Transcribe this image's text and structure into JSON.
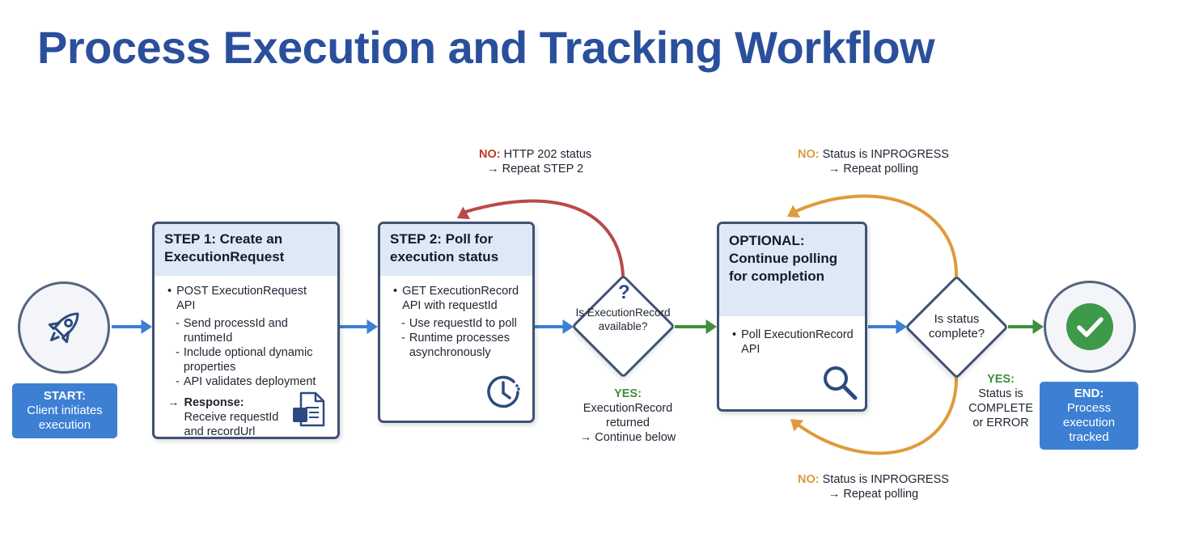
{
  "title": "Process Execution and Tracking Workflow",
  "colors": {
    "title": "#2a4f9c",
    "flow_arrow_blue": "#3d7fd3",
    "flow_arrow_green": "#3f8f3c",
    "loop_red": "#b94a48",
    "loop_orange": "#e09a3a",
    "card_border": "#3f5273",
    "card_header": "#dfe8f6",
    "pill": "#3d7fd3",
    "check": "#3d9a4a"
  },
  "start": {
    "icon": "rocket-icon",
    "label_bold": "START:",
    "label_text": "Client initiates execution"
  },
  "step1": {
    "title": "STEP 1: Create an ExecutionRequest",
    "bullet": "POST ExecutionRequest API",
    "subs": [
      "Send processId and runtimeId",
      "Include optional dynamic properties",
      "API validates deployment"
    ],
    "response_label": "Response:",
    "response_text": "Receive requestId and recordUrl",
    "icon": "document-icon"
  },
  "step2": {
    "title": "STEP 2: Poll for execution status",
    "bullet": "GET ExecutionRecord API with requestId",
    "subs": [
      "Use requestId to poll",
      "Runtime processes asynchronously"
    ],
    "icon": "clock-icon"
  },
  "decision1": {
    "mark": "?",
    "label": "Is ExecutionRecord available?",
    "no_tag": "NO:",
    "no_text": "HTTP 202 status",
    "no_sub": "→ Repeat STEP 2",
    "yes_tag": "YES:",
    "yes_lines": [
      "ExecutionRecord",
      "returned",
      "→ Continue below"
    ]
  },
  "optional": {
    "title": "OPTIONAL: Continue polling for completion",
    "bullet": "Poll ExecutionRecord API",
    "icon": "magnifier-icon"
  },
  "decision2": {
    "label": "Is status complete?",
    "top_no_tag": "NO:",
    "top_no_text": "Status is INPROGRESS",
    "top_no_sub": "→ Repeat polling",
    "bottom_no_tag": "NO:",
    "bottom_no_text": "Status is INPROGRESS",
    "bottom_no_sub": "→ Repeat polling",
    "yes_tag": "YES:",
    "yes_lines": [
      "Status is",
      "COMPLETE",
      "or ERROR"
    ]
  },
  "end": {
    "icon": "checkmark-icon",
    "label_bold": "END:",
    "label_text": "Process execution tracked"
  }
}
